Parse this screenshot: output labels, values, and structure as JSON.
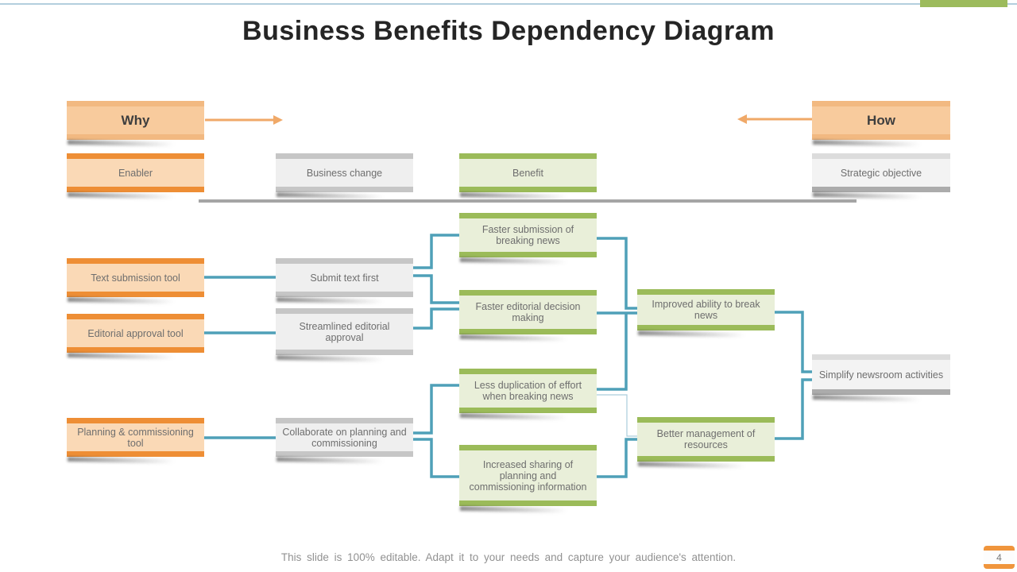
{
  "slide": {
    "title": "Business Benefits Dependency Diagram",
    "footer": "This slide is 100% editable. Adapt it to your needs and capture your audience's attention.",
    "page_number": "4"
  },
  "headers": {
    "why": "Why",
    "how": "How",
    "columns": [
      {
        "label": "Enabler"
      },
      {
        "label": "Business change"
      },
      {
        "label": "Benefit"
      },
      {
        "label": "Strategic objective"
      }
    ]
  },
  "nodes": {
    "text_submission": "Text  submission tool",
    "editorial_approval": "Editorial approval tool",
    "planning_commissioning": "Planning & commissioning tool",
    "submit_text": "Submit text first",
    "streamlined_editorial": "Streamlined editorial approval",
    "collaborate_planning": "Collaborate on planning and commissioning",
    "faster_submission": "Faster submission of breaking news",
    "faster_editorial": "Faster editorial decision making",
    "less_duplication": "Less duplication of effort when breaking news",
    "increased_sharing": "Increased sharing of planning and commissioning information",
    "improved_ability": "Improved ability to break news",
    "better_management": "Better management of resources",
    "simplify_newsroom": "Simplify newsroom activities"
  },
  "colors": {
    "orange_bar": "#ee8e35",
    "orange_fill": "#fad9b6",
    "peach_fill": "#f8cb9d",
    "gray_bar": "#c6c6c6",
    "gray_fill": "#efefef",
    "green_bar": "#9bbb59",
    "green_fill": "#e9efd9",
    "connector_teal": "#4fa0b8",
    "connector_thin": "#aacddc",
    "arrow_orange": "#f0a968",
    "divider_gray": "#a5a5a5",
    "tab_green": "#9cbb5c"
  }
}
